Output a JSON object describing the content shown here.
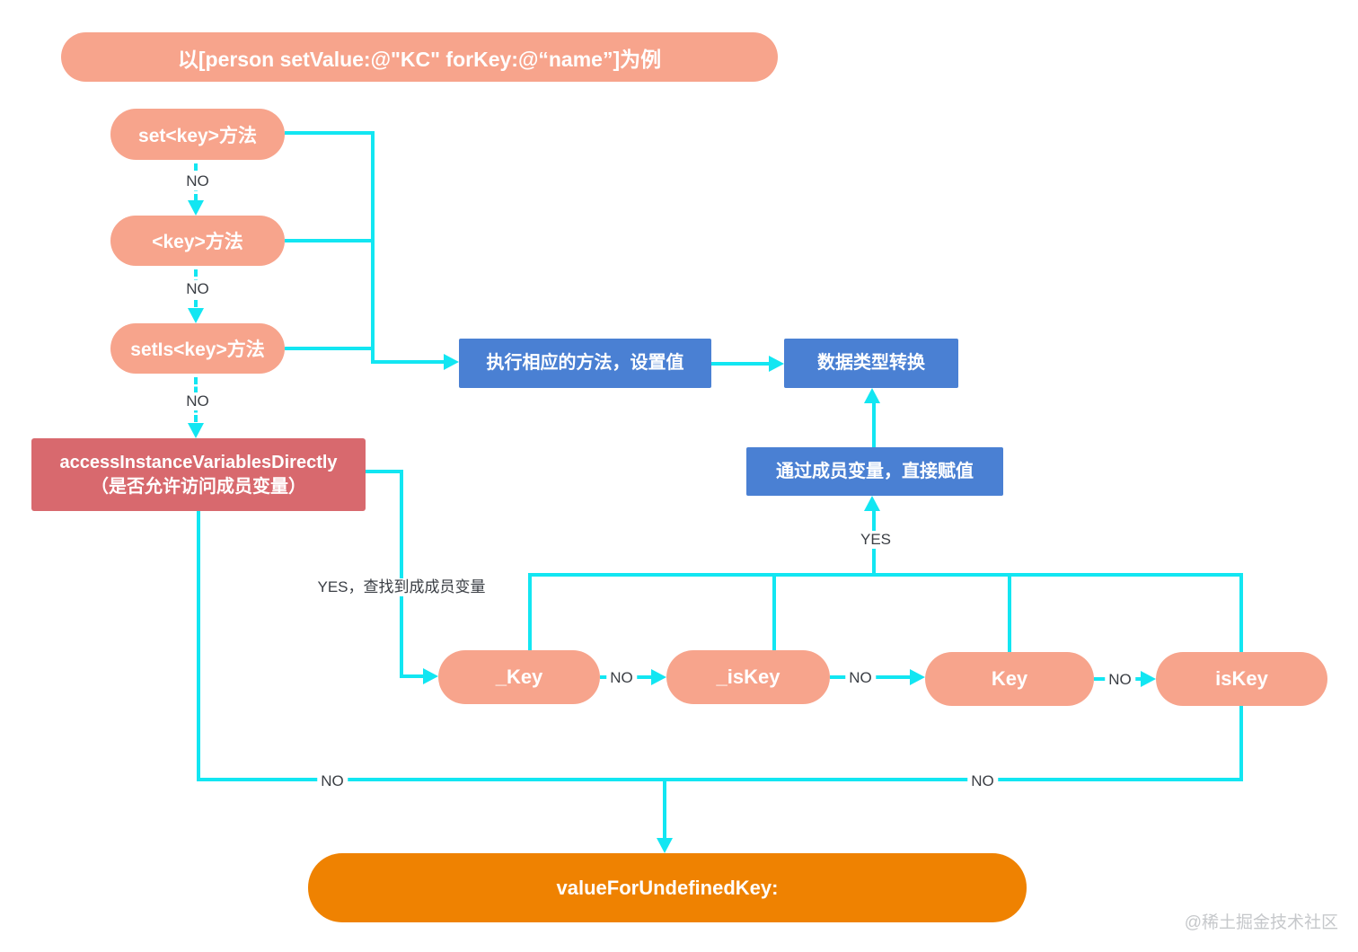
{
  "title": {
    "label": "以[person setValue:@\"KC\" forKey:@“name”]为例"
  },
  "nodes": {
    "set_key": {
      "label": "set<key>方法"
    },
    "key": {
      "label": "<key>方法"
    },
    "set_is_key": {
      "label": "setIs<key>方法"
    },
    "access_instance": {
      "line1": "accessInstanceVariablesDirectly",
      "line2": "（是否允许访问成员变量）"
    },
    "exec_method": {
      "label": "执行相应的方法，设置值"
    },
    "type_convert": {
      "label": "数据类型转换"
    },
    "assign_ivar": {
      "label": "通过成员变量，直接赋值"
    },
    "ivar_underscore_key": {
      "label": "_Key"
    },
    "ivar_underscore_iskey": {
      "label": "_isKey"
    },
    "ivar_key": {
      "label": "Key"
    },
    "ivar_iskey": {
      "label": "isKey"
    },
    "value_for_undefined_key": {
      "label": "valueForUndefinedKey:"
    }
  },
  "labels": {
    "no": "NO",
    "yes": "YES",
    "yes_found_ivar": "YES，查找到成成员变量"
  },
  "watermark": "@稀土掘金技术社区",
  "colors": {
    "salmon": "#F7A48C",
    "red": "#D8696E",
    "blue": "#4A80D3",
    "orange": "#EF8201",
    "cyan": "#12E6F2",
    "label_text": "#3A3E44",
    "watermark": "#C6C8CB"
  }
}
